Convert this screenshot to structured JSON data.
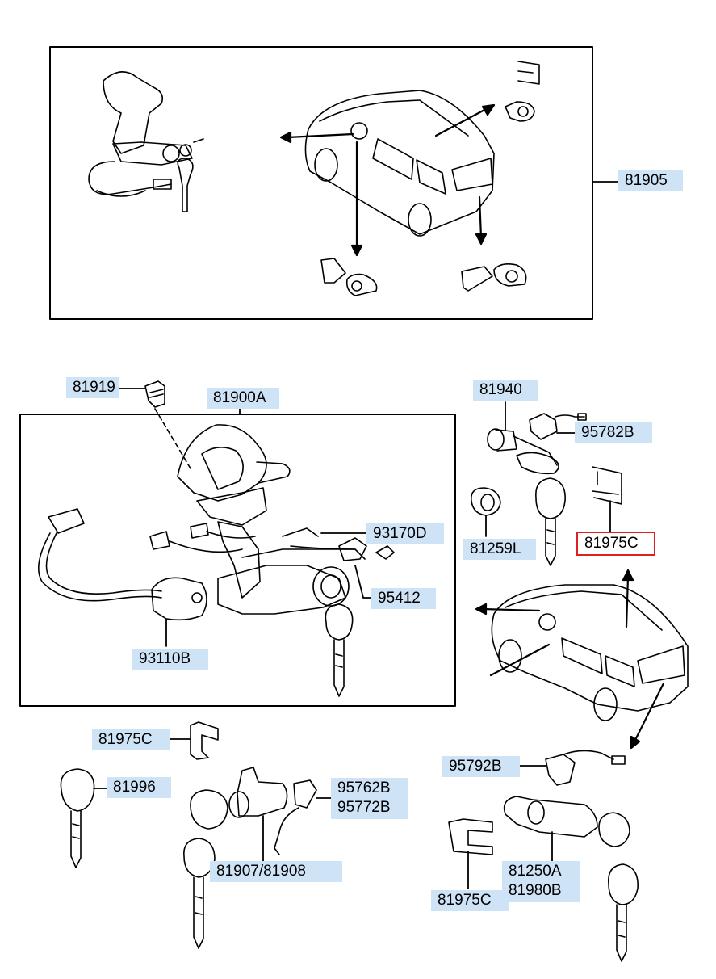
{
  "labels": {
    "l81905": "81905",
    "l81919": "81919",
    "l81900A": "81900A",
    "l81940": "81940",
    "l95782B": "95782B",
    "l81259L": "81259L",
    "l81975C_top": "81975C",
    "l93170D": "93170D",
    "l95412": "95412",
    "l93110B": "93110B",
    "l81975C_left": "81975C",
    "l81996": "81996",
    "l95762B": "95762B",
    "l95772B": "95772B",
    "l81907_81908": "81907/81908",
    "l95792B": "95792B",
    "l81250A": "81250A",
    "l81980B": "81980B",
    "l81975C_bottom": "81975C"
  },
  "highlight": {
    "label": "81975C",
    "color": "#e02020"
  },
  "colors": {
    "label_bg": "#cfe3f7",
    "line": "#000000"
  }
}
